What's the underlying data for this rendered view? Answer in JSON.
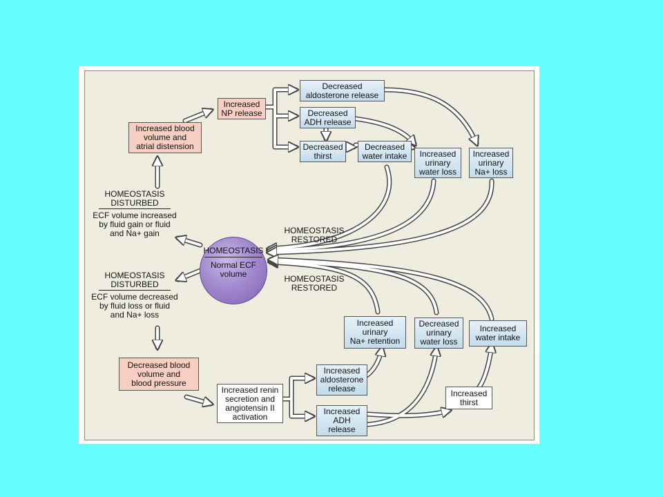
{
  "center": {
    "title": "HOMEOSTASIS",
    "subtitle": "Normal ECF\nvolume"
  },
  "upper": {
    "disturbed_heading": "HOMEOSTASIS\nDISTURBED",
    "disturbed_text": "ECF volume increased\nby fluid gain or fluid\nand Na+ gain",
    "restored": "HOMEOSTASIS\nRESTORED",
    "boxes": {
      "blood_volume": "Increased blood\nvolume and\natrial distension",
      "np_release": "Increased\nNP release",
      "aldosterone": "Decreased\naldosterone release",
      "adh": "Decreased\nADH release",
      "thirst": "Decreased\nthirst",
      "water_intake": "Decreased\nwater intake",
      "water_loss": "Increased\nurinary\nwater loss",
      "na_loss": "Increased\nurinary\nNa+ loss"
    }
  },
  "lower": {
    "disturbed_heading": "HOMEOSTASIS\nDISTURBED",
    "disturbed_text": "ECF volume decreased\nby fluid loss or fluid\nand Na+ loss",
    "restored": "HOMEOSTASIS\nRESTORED",
    "boxes": {
      "blood_volume": "Decreased blood\nvolume and\nblood pressure",
      "renin": "Increased renin\nsecretion and\nangiotensin II\nactivation",
      "aldosterone": "Increased\naldosterone\nrelease",
      "adh": "Increased\nADH\nrelease",
      "thirst": "Increased\nthirst",
      "na_retention": "Increased\nurinary\nNa+ retention",
      "water_loss": "Decreased\nurinary\nwater loss",
      "water_intake": "Increased\nwater intake"
    }
  }
}
